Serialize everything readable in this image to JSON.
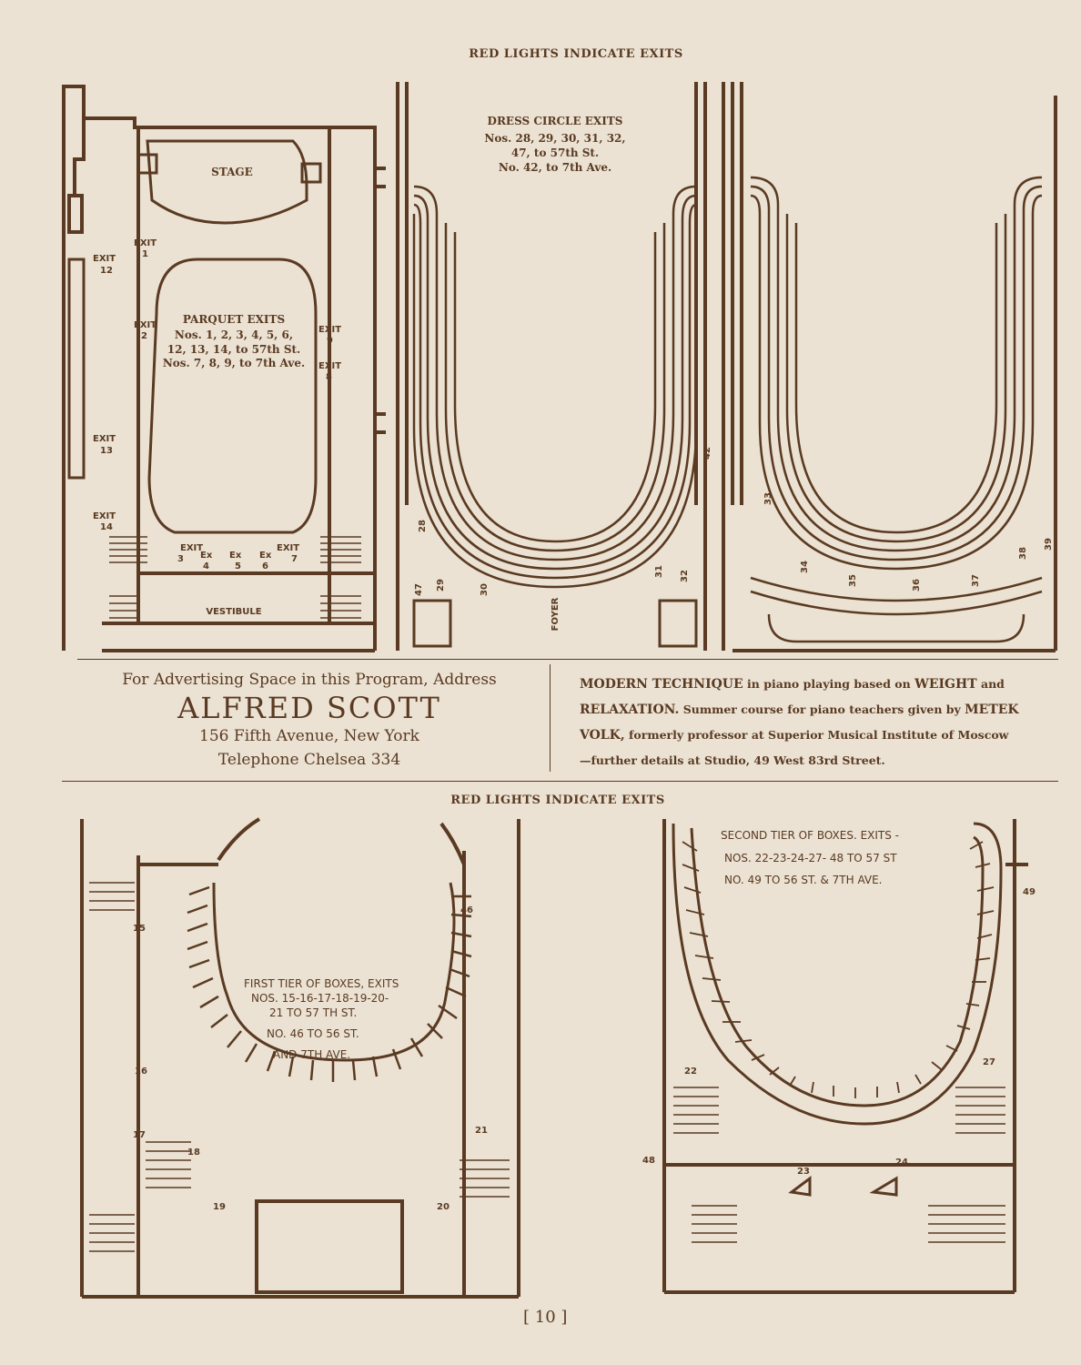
{
  "header_top": "RED LIGHTS INDICATE EXITS",
  "header_mid": "RED LIGHTS INDICATE EXITS",
  "parquet": {
    "stage": "STAGE",
    "title": "PARQUET EXITS",
    "line1": "Nos. 1, 2, 3, 4, 5, 6,",
    "line2": "12, 13, 14, to 57th St.",
    "line3": "Nos. 7, 8, 9, to 7th Ave.",
    "vestibule": "VESTIBULE",
    "exit_word": "EXIT",
    "ex_word": "Ex",
    "exits": [
      "1",
      "2",
      "3",
      "4",
      "5",
      "6",
      "7",
      "8",
      "9",
      "12",
      "13",
      "14"
    ]
  },
  "dress_circle": {
    "title": "DRESS CIRCLE EXITS",
    "line1": "Nos. 28, 29, 30, 31, 32,",
    "line2": "47, to 57th St.",
    "line3": "No. 42, to 7th Ave.",
    "foyer": "FOYER",
    "exits": [
      "28",
      "29",
      "30",
      "31",
      "32",
      "42",
      "47"
    ]
  },
  "balcony": {
    "exits": [
      "33",
      "34",
      "35",
      "36",
      "37",
      "38",
      "39"
    ]
  },
  "ad_scott": {
    "line1": "For Advertising Space in this Program, Address",
    "name": "ALFRED SCOTT",
    "address": "156 Fifth Avenue, New York",
    "phone": "Telephone Chelsea 334"
  },
  "ad_volk": {
    "line1a": "MODERN TECHNIQUE",
    "line1b": " in piano playing based on ",
    "line1c": "WEIGHT",
    "line1d": " and",
    "line2a": "RELAXATION.",
    "line2b": " Summer course for piano teachers given by ",
    "line2c": "METEK",
    "line3a": "VOLK,",
    "line3b": " formerly professor at Superior Musical Institute of Moscow",
    "line4": "—further details at Studio, 49 West 83rd Street."
  },
  "first_tier": {
    "line1": "FIRST TIER OF BOXES, EXITS",
    "line2": "NOS. 15-16-17-18-19-20-",
    "line3": "21 TO 57 TH ST.",
    "line4": "NO. 46 TO 56 ST.",
    "line5": "AND 7TH AVE.",
    "exits": [
      "15",
      "16",
      "17",
      "18",
      "19",
      "20",
      "21",
      "46"
    ]
  },
  "second_tier": {
    "line1": "SECOND TIER OF BOXES. EXITS -",
    "line2": "NOS. 22-23-24-27- 48 TO 57 ST",
    "line3": "NO. 49 TO 56 ST. & 7TH AVE.",
    "exits": [
      "22",
      "23",
      "24",
      "27",
      "48",
      "49"
    ]
  },
  "folio": "[ 10 ]"
}
